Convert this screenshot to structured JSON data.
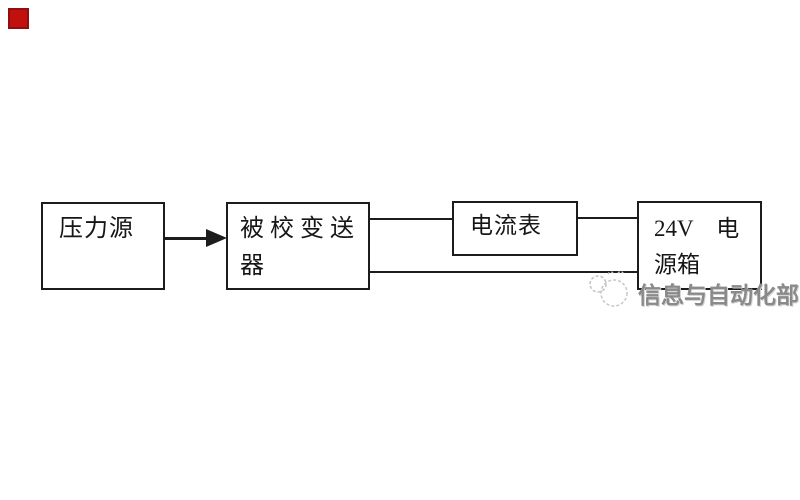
{
  "marker": {
    "fill_color": "#c2100f",
    "border_color": "#8d0f0e"
  },
  "diagram": {
    "line_color": "#1c1c1c",
    "nodes": [
      {
        "id": "pressure-source",
        "label": "压力源",
        "lines": [
          "压力源"
        ]
      },
      {
        "id": "calibrated-transmitter",
        "label": "被校变送器",
        "lines": [
          "被校变送",
          "器"
        ]
      },
      {
        "id": "ammeter",
        "label": "电流表",
        "lines": [
          "电流表"
        ]
      },
      {
        "id": "power-box-24v",
        "label": "24V 电源箱",
        "lines": [
          "24V　电",
          "源箱"
        ]
      }
    ],
    "connections": [
      {
        "from": "压力源",
        "to": "被校变送器",
        "type": "arrow"
      },
      {
        "from": "被校变送器",
        "to": "电流表",
        "type": "line"
      },
      {
        "from": "电流表",
        "to": "24V 电源箱",
        "type": "line"
      },
      {
        "from": "被校变送器",
        "to": "24V 电源箱",
        "type": "line"
      }
    ]
  },
  "watermark": {
    "text": "信息与自动化部",
    "color": "#8a8a8a"
  }
}
